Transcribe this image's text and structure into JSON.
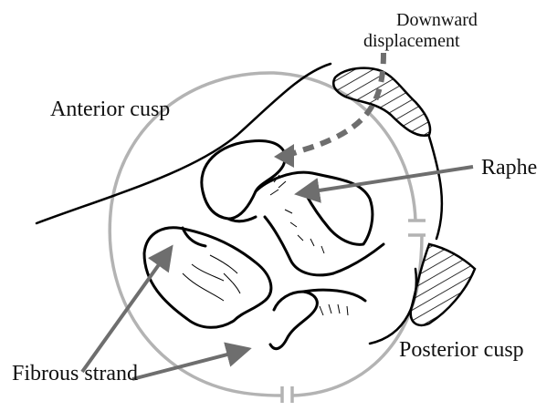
{
  "labels": {
    "downward_line1": "Downward",
    "downward_line2": "displacement",
    "anterior_cusp": "Anterior cusp",
    "raphe": "Raphe",
    "posterior_cusp": "Posterior cusp",
    "fibrous_strand": "Fibrous strand"
  },
  "colors": {
    "outline": "#000000",
    "ring": "#b3b3b3",
    "arrow": "#6e6e6e",
    "text": "#111111"
  }
}
